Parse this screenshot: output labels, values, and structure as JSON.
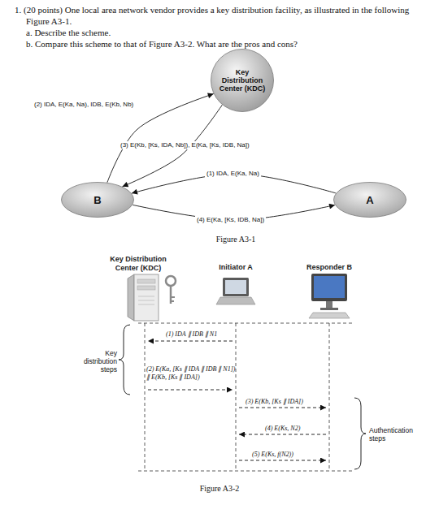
{
  "diagram": {
    "nodes": [
      {
        "text": [
          "Key Distribution Center (KDC)"
        ]
      },
      {
        "text": [
          "B"
        ]
      },
      {
        "text": [
          "A"
        ]
      },
      {
        "text": [
          "Key Distribution Center (KDC)"
        ]
      },
      {
        "text": [
          "Initiator A"
        ]
      },
      {
        "text": [
          "Responder B"
        ]
      }
    ],
    "edges": [
      {
        "from": 2,
        "to": 1,
        "arrow": "to",
        "label": "(1) IDA, E(Ka, Na)"
      },
      {
        "from": 1,
        "to": 0,
        "arrow": "to",
        "label": "(2) IDA, E(Ka, Na), IDB, E(Kb, Nb)"
      },
      {
        "from": 0,
        "to": 1,
        "arrow": "to",
        "label": "(3) E(Kb, [Ks, IDA, Nb]), E(Ka, [Ks, IDB, Na])"
      },
      {
        "from": 1,
        "to": 2,
        "arrow": "to",
        "label": "(4) E(Ka, [Ks, IDB, Na])"
      },
      {
        "from": 4,
        "to": 3,
        "arrow": "to",
        "label": "(1) IDA ∥ IDB ∥ N1"
      },
      {
        "from": 3,
        "to": 4,
        "arrow": "to",
        "label": "(2) E(Ka, [Ks ∥ IDA ∥ IDB ∥ N1]) ∥ E(Kb, [Ks ∥ IDA])"
      },
      {
        "from": 4,
        "to": 5,
        "arrow": "to",
        "label": "(3) E(Kb, [Ks ∥ IDA])"
      },
      {
        "from": 5,
        "to": 4,
        "arrow": "to",
        "label": "(4) E(Ks, N2)"
      },
      {
        "from": 4,
        "to": 5,
        "arrow": "to",
        "label": "(5) E(Ks, f(N2))"
      }
    ],
    "labels": [
      "1. (20 points) One local area network vendor provides a key distribution facility, as illustrated in the following Figure A3-1.",
      "a. Describe the scheme.",
      "b. Compare this scheme to that of Figure A3-2. What are the pros and cons?",
      "Figure A3-1",
      "Key distribution steps",
      "Authentication steps",
      "Figure A3-2"
    ]
  }
}
